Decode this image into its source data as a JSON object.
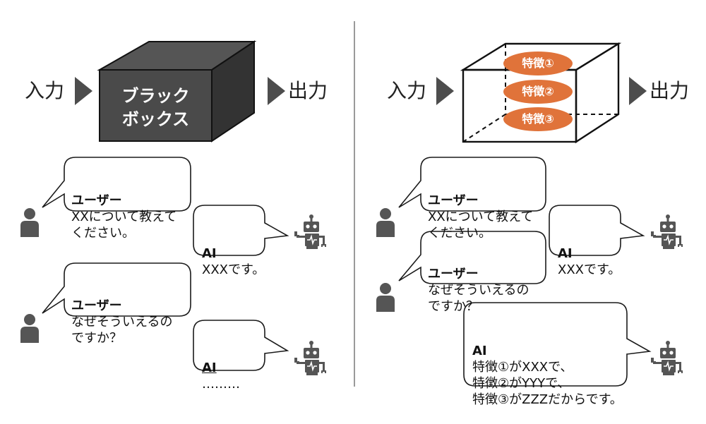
{
  "left_panel": {
    "input_label": "入力",
    "output_label": "出力",
    "box_label_line1": "ブラック",
    "box_label_line2": "ボックス",
    "chat": [
      {
        "speaker": "ユーザー",
        "text": "XXについて教えて\nください。"
      },
      {
        "speaker": "AI",
        "text": "XXXです。"
      },
      {
        "speaker": "ユーザー",
        "text": "なぜそういえるの\nですか？"
      },
      {
        "speaker": "AI",
        "text": "………"
      }
    ]
  },
  "right_panel": {
    "input_label": "入力",
    "output_label": "出力",
    "features": [
      "特徴①",
      "特徴②",
      "特徴③"
    ],
    "chat": [
      {
        "speaker": "ユーザー",
        "text": "XXについて教えて\nください。"
      },
      {
        "speaker": "AI",
        "text": "XXXです。"
      },
      {
        "speaker": "ユーザー",
        "text": "なぜそういえるの\nですか？"
      },
      {
        "speaker": "AI",
        "text": "特徴①がXXXで、\n特徴②がYYYで、\n特徴③がZZZだからです。"
      }
    ]
  },
  "colors": {
    "black_box_front": "#4a4a4a",
    "black_box_top": "#555555",
    "black_box_side": "#333333",
    "feature_fill": "#e0733a",
    "arrow": "#4d4d4d",
    "divider": "#9a9a9a",
    "person_icon": "#555555",
    "robot_icon": "#555555"
  },
  "icons": [
    "person-icon",
    "robot-icon",
    "play-arrow-icon"
  ]
}
